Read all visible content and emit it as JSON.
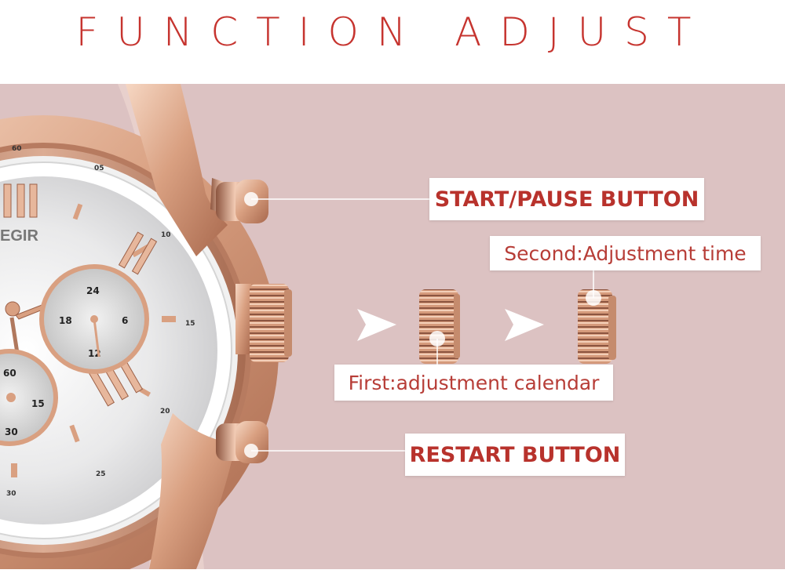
{
  "header": {
    "title": "FUNCTION ADJUST"
  },
  "labels": {
    "start_pause": "START/PAUSE BUTTON",
    "second": "Second:Adjustment time",
    "first": "First:adjustment calendar",
    "restart": "RESTART BUTTON"
  },
  "dial": {
    "brand": "EGIR",
    "sub_dial_numbers": [
      "24",
      "18",
      "6",
      "12",
      "60",
      "15",
      "30"
    ],
    "bezel_numbers": [
      "60",
      "05",
      "10",
      "15",
      "20",
      "25",
      "30"
    ]
  },
  "colors": {
    "title": "#c6342f",
    "label_text": "#b8322c",
    "background": "#dcc2c2",
    "rose_gold": "#e0a98a"
  }
}
